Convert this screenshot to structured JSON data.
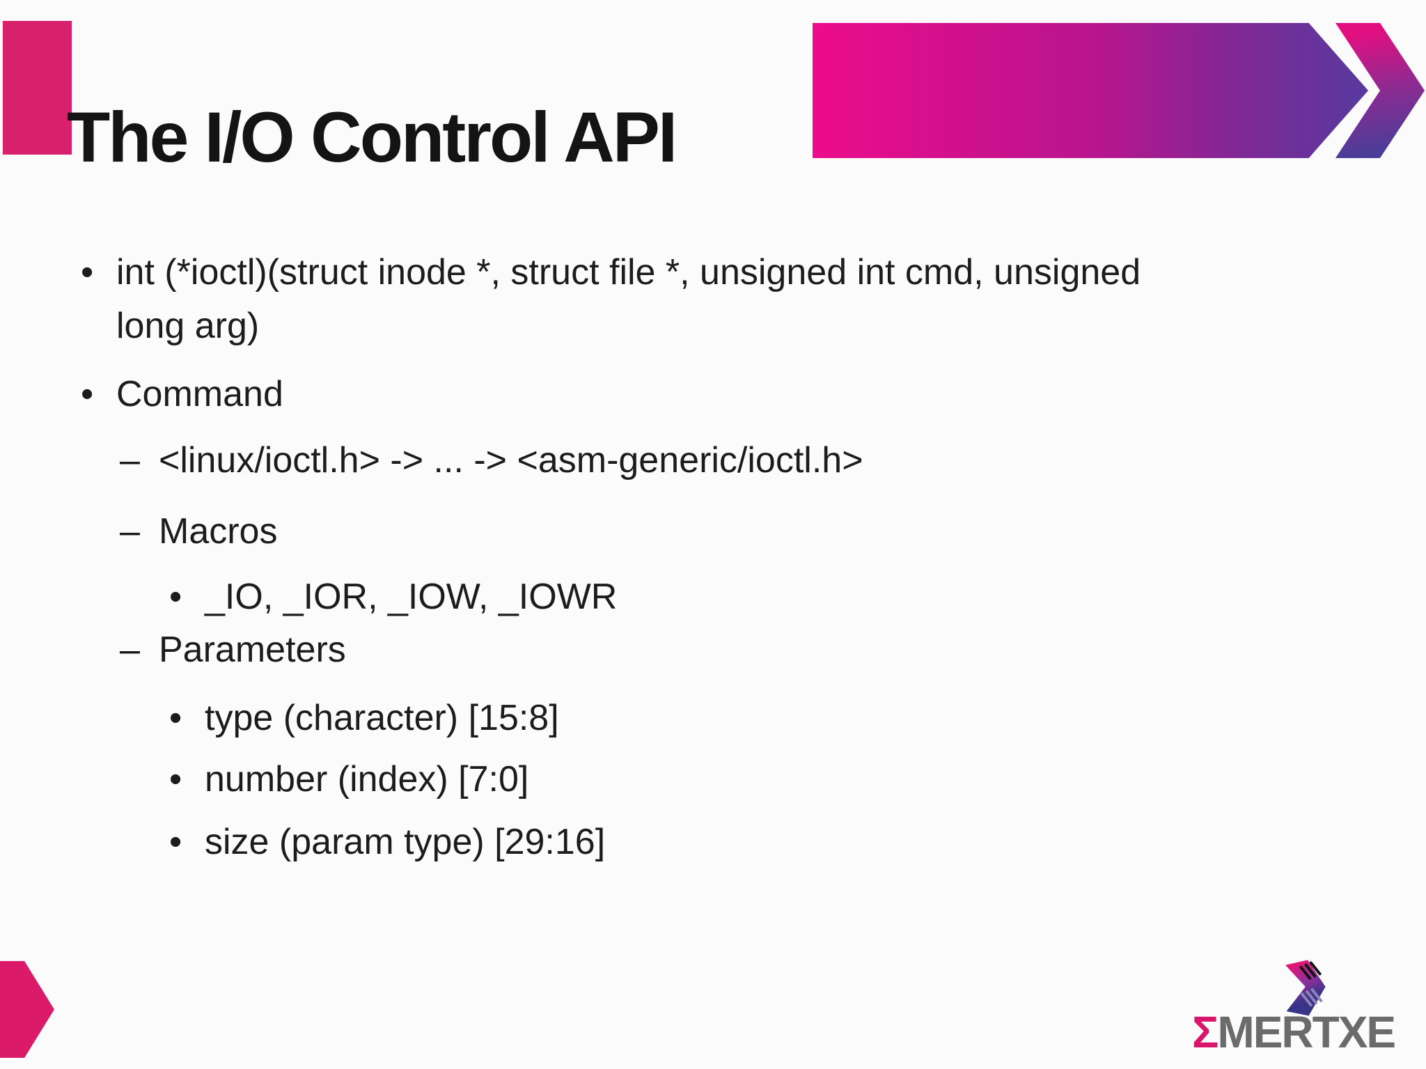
{
  "slide": {
    "title": "The I/O Control API",
    "bullets": [
      {
        "level": 1,
        "marker": "•",
        "lines": [
          "int (*ioctl)(struct inode *, struct file *, unsigned int cmd, unsigned",
          "long arg)"
        ]
      },
      {
        "level": 1,
        "marker": "•",
        "lines": [
          "Command"
        ]
      },
      {
        "level": 2,
        "marker": "–",
        "lines": [
          "<linux/ioctl.h> -> ... -> <asm-generic/ioctl.h>"
        ]
      },
      {
        "level": 2,
        "marker": "–",
        "lines": [
          "Macros"
        ]
      },
      {
        "level": 3,
        "marker": "•",
        "lines": [
          "_IO, _IOR, _IOW, _IOWR"
        ]
      },
      {
        "level": 2,
        "marker": "–",
        "lines": [
          "Parameters"
        ]
      },
      {
        "level": 3,
        "marker": "•",
        "lines": [
          "type (character) [15:8]"
        ]
      },
      {
        "level": 3,
        "marker": "•",
        "lines": [
          "number (index) [7:0]"
        ]
      },
      {
        "level": 3,
        "marker": "•",
        "lines": [
          "size (param type) [29:16]"
        ]
      }
    ],
    "logo": {
      "sigma": "Σ",
      "name": "MERTXE"
    },
    "colors": {
      "accent_pink": "#d7216d",
      "banner_gradient_start": "#ec0c8b",
      "banner_gradient_end": "#563a9e",
      "footer_arrow_pink": "#dc1a6a",
      "logo_sigma_pink": "#d9156e",
      "logo_name_gray": "#6b6b6b",
      "text_color": "#1c1c1c"
    }
  }
}
